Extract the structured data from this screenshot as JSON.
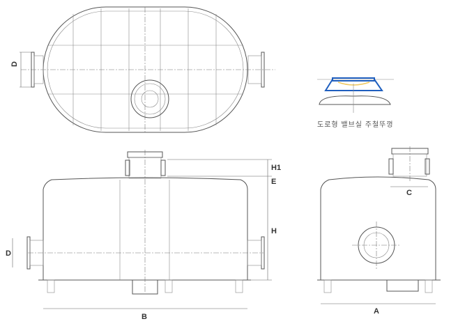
{
  "labels": {
    "top_d": "D",
    "front_d": "D",
    "front_b": "B",
    "front_h": "H",
    "front_e": "E",
    "front_h1": "H1",
    "side_c": "C",
    "side_a": "A"
  },
  "detail_caption": "도로형 밸브실 주철뚜껑",
  "colors": {
    "frame_blue": "#1f5fbf",
    "yellow": "#f0c860",
    "line": "#555555"
  }
}
